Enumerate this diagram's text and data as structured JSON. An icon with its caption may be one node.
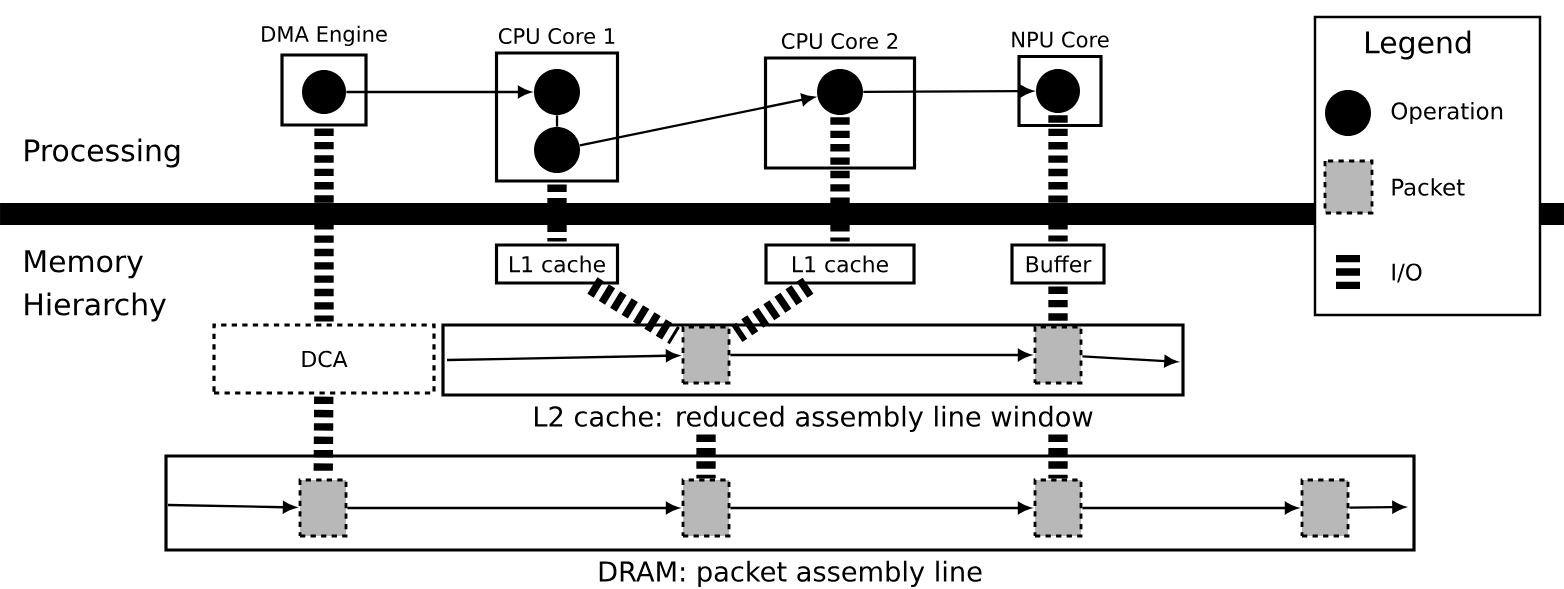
{
  "diagram": {
    "nodes": [
      {
        "text": [
          "DMA Engine"
        ]
      },
      {
        "text": [],
        "shape": "circle",
        "in": 0
      },
      {
        "text": [
          "CPU Core 1"
        ]
      },
      {
        "text": [],
        "shape": "circle",
        "in": 2
      },
      {
        "text": [],
        "shape": "circle",
        "in": 2
      },
      {
        "text": [
          "CPU Core 2"
        ]
      },
      {
        "text": [],
        "shape": "circle",
        "in": 5
      },
      {
        "text": [
          "NPU Core"
        ]
      },
      {
        "text": [],
        "shape": "circle",
        "in": 7
      },
      {
        "text": [
          "L1 cache"
        ]
      },
      {
        "text": [
          "L1 cache"
        ]
      },
      {
        "text": [
          "Buffer"
        ]
      },
      {
        "text": [
          "DCA"
        ]
      },
      {
        "text": [
          "L2 cache: reduced assembly line window"
        ]
      },
      {
        "text": [],
        "shape": "box",
        "in": 13
      },
      {
        "text": [],
        "shape": "box",
        "in": 13
      },
      {
        "text": [
          "DRAM: packet assembly line"
        ]
      },
      {
        "text": [],
        "shape": "box",
        "in": 16
      },
      {
        "text": [],
        "shape": "box",
        "in": 16
      },
      {
        "text": [],
        "shape": "box",
        "in": 16
      },
      {
        "text": [],
        "shape": "box",
        "in": 16
      }
    ],
    "edges": [
      {
        "from": 1,
        "to": 3,
        "arrow": "to"
      },
      {
        "from": 3,
        "to": 4,
        "arrow": "none"
      },
      {
        "from": 4,
        "to": 6,
        "arrow": "to"
      },
      {
        "from": 6,
        "to": 8,
        "arrow": "to"
      },
      {
        "from": 0,
        "to": 12,
        "arrow": "none",
        "style": "dashed"
      },
      {
        "from": 2,
        "to": 9,
        "arrow": "none",
        "style": "dashed"
      },
      {
        "from": 6,
        "to": 10,
        "arrow": "none",
        "style": "dashed"
      },
      {
        "from": 8,
        "to": 11,
        "arrow": "none",
        "style": "dashed"
      },
      {
        "from": 9,
        "to": 14,
        "arrow": "none",
        "style": "dashed"
      },
      {
        "from": 10,
        "to": 14,
        "arrow": "none",
        "style": "dashed"
      },
      {
        "from": 11,
        "to": 15,
        "arrow": "none",
        "style": "dashed"
      },
      {
        "from": 12,
        "to": 17,
        "arrow": "none",
        "style": "dashed"
      },
      {
        "from": 13,
        "to": 18,
        "arrow": "none",
        "style": "dashed"
      },
      {
        "from": 13,
        "to": 19,
        "arrow": "none",
        "style": "dashed"
      },
      {
        "from": null,
        "to": 14,
        "arrow": "to"
      },
      {
        "from": 14,
        "to": 15,
        "arrow": "to"
      },
      {
        "from": 15,
        "to": null,
        "arrow": "to"
      },
      {
        "from": null,
        "to": 17,
        "arrow": "to"
      },
      {
        "from": 17,
        "to": 18,
        "arrow": "to"
      },
      {
        "from": 18,
        "to": 19,
        "arrow": "to"
      },
      {
        "from": 19,
        "to": 20,
        "arrow": "to"
      },
      {
        "from": 20,
        "to": null,
        "arrow": "to"
      }
    ],
    "labels": [
      "Processing",
      "Memory Hierarchy",
      "Legend"
    ],
    "legend": [
      {
        "text": "Operation"
      },
      {
        "text": "Packet"
      },
      {
        "text": "I/O"
      }
    ]
  }
}
